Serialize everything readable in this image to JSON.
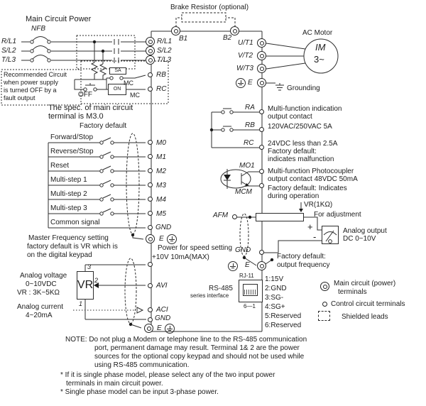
{
  "header": {
    "main_circuit_power": "Main Circuit Power",
    "brake_resistor": "Brake Resistor (optional)"
  },
  "input": {
    "nfb": "NFB",
    "phases": [
      "R/L1",
      "S/L2",
      "T/L3"
    ]
  },
  "rec": {
    "note": [
      "Recommended Circuit",
      "when power supply",
      "is turned OFF by a",
      "fault output"
    ],
    "off": "OFF",
    "on": "ON",
    "sa": "SA",
    "mc_contact": "MC",
    "mc_coil": "MC",
    "rb": "RB",
    "rc": "RC"
  },
  "spec": {
    "l1": "The spec. of main circuit",
    "l2": "terminal is M3.0"
  },
  "brake": {
    "b1": "B1",
    "b2": "B2"
  },
  "motor": {
    "title": "AC Motor",
    "im": "IM",
    "phase": "3~",
    "terminals": [
      "U/T1",
      "V/T2",
      "W/T3"
    ],
    "e": "E",
    "grounding": "Grounding"
  },
  "din": {
    "header": "Factory default",
    "rows": [
      {
        "label": "Forward/Stop",
        "term": "M0"
      },
      {
        "label": "Reverse/Stop",
        "term": "M1"
      },
      {
        "label": "Reset",
        "term": "M2"
      },
      {
        "label": "Multi-step 1",
        "term": "M3"
      },
      {
        "label": "Multi-step 2",
        "term": "M4"
      },
      {
        "label": "Multi-step 3",
        "term": "M5"
      },
      {
        "label": "Common signal",
        "term": "GND"
      }
    ],
    "e": "E"
  },
  "master": {
    "l1": "Master Frequency setting",
    "l2": "factory default is VR which is",
    "l3": "on the digital keypad"
  },
  "speed": {
    "l1": "Power for speed setting",
    "l2": "+10V 10mA(MAX)"
  },
  "ain": {
    "v1": "Analog voltage",
    "v2": "0~10VDC",
    "v3": "VR : 3K~5KΩ",
    "vr": "VR",
    "pin3": "3",
    "pin2": "2",
    "pin1": "1",
    "c1": "Analog current",
    "c2": "4~20mA",
    "avi": "AVI",
    "aci": "ACI",
    "gnd": "GND",
    "e": "E"
  },
  "relay": {
    "ra": "RA",
    "rb": "RB",
    "rc": "RC",
    "desc": [
      "Multi-function indication",
      "output contact",
      "120VAC/250VAC 5A",
      "24VDC less than 2.5A",
      "Factory default:",
      "indicates malfunction"
    ]
  },
  "photo": {
    "mo1": "MO1",
    "mcm": "MCM",
    "desc": [
      "Multi-function Photocoupler",
      "output contact 48VDC 50mA",
      "Factory default: Indicates",
      "during operation"
    ]
  },
  "afm": {
    "label": "AFM",
    "vr": "VR(1KΩ)",
    "adjust": "For adjustment",
    "plus": "+",
    "minus": "-",
    "out1": "Analog output",
    "out2": "DC 0~10V",
    "gnd": "GND",
    "e": "E",
    "f1": "Factory default:",
    "f2": "output frequency"
  },
  "rs485": {
    "rj11": "RJ-11",
    "name": "RS-485",
    "sub": "series interface",
    "range": "6—1",
    "pins": [
      "1:15V",
      "2:GND",
      "3:SG-",
      "4:SG+",
      "5:Reserved",
      "6:Reserved"
    ]
  },
  "legend": {
    "main1": "Main circuit (power)",
    "main2": "terminals",
    "control": "Control circuit terminals",
    "shield": "Shielded leads"
  },
  "notes": {
    "n1": "NOTE: Do not plug a Modem or telephone line to the RS-485 communication",
    "n2": "port, permanent damage may result. Terminal 1& 2 are the power",
    "n3": "sources for the optional copy keypad and should not be used while",
    "n4": "using RS-485 communication.",
    "s1a": "* If it is single phase model, please select any of the two input power",
    "s1b": "terminals in main circuit power.",
    "s2": "* Single phase model can be input 3-phase power."
  }
}
